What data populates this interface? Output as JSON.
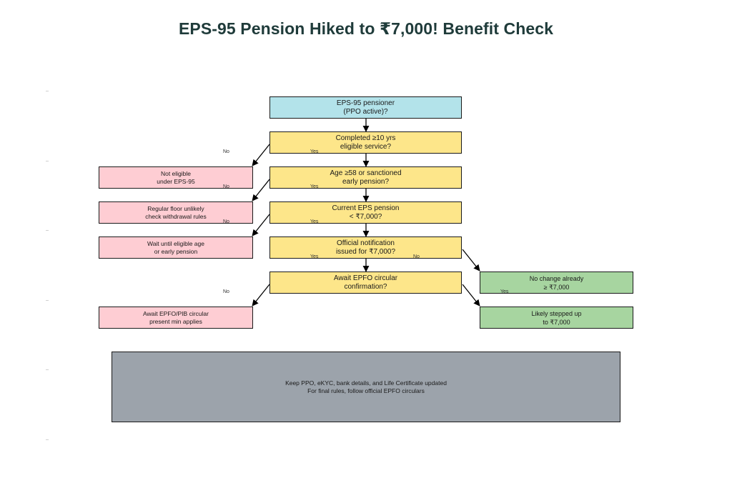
{
  "title": "EPS-95 Pension Hiked to ₹7,000! Benefit Check",
  "nodes": {
    "start": "EPS-95 pensioner\n(PPO active)?",
    "q1": "Completed ≥10 yrs\neligible service?",
    "q2": "Age ≥58 or sanctioned\nearly pension?",
    "q3": "Current EPS pension\n< ₹7,000?",
    "q4": "Official notification\nissued for ₹7,000?",
    "q5": "Await EPFO circular\nconfirmation?",
    "r1": "Not eligible\nunder EPS-95",
    "r2": "Regular floor unlikely\ncheck withdrawal rules",
    "r3": "Wait until eligible age\nor early pension",
    "r4": "Await EPFO/PIB circular\npresent min applies",
    "g1": "No change already\n≥ ₹7,000",
    "g2": "Likely stepped up\nto ₹7,000",
    "note": "Keep PPO, eKYC, bank details, and Life Certificate updated\nFor final rules, follow official EPFO circulars"
  },
  "edge_labels": {
    "no1": "No",
    "yes1": "Yes",
    "no2": "No",
    "yes2": "Yes",
    "no3": "No",
    "yes3": "Yes",
    "yes4": "Yes",
    "no4": "No",
    "no5": "No",
    "yes5": "Yes"
  },
  "colors": {
    "title": "#1f3b3a",
    "start": "#b3e3ea",
    "question": "#fde68a",
    "negative": "#fecdd3",
    "positive": "#a7d5a0",
    "note": "#9ca3ab"
  }
}
